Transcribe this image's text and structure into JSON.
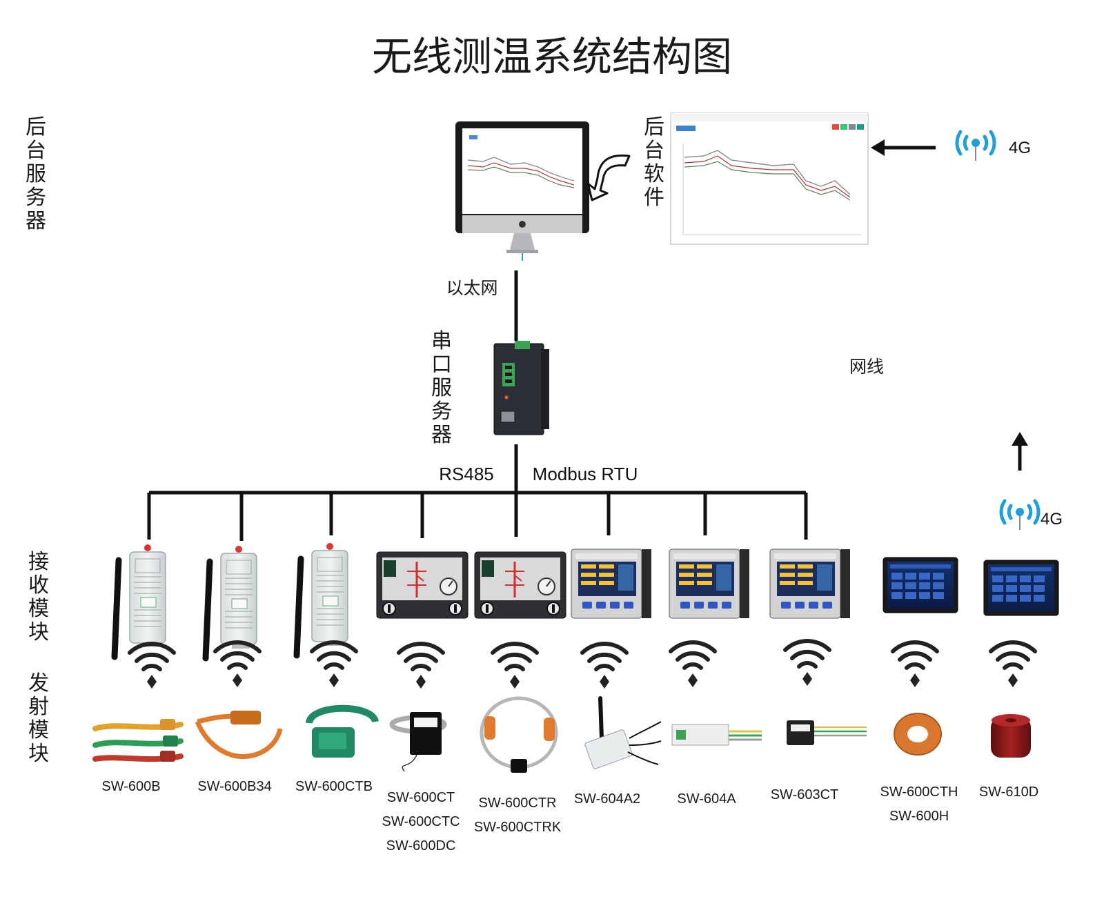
{
  "title": "无线测温系统结构图",
  "tiers": {
    "server": "后台服务器",
    "receiver": "接收模块",
    "transmitter": "发射模块"
  },
  "labels": {
    "software": "后台软件",
    "ethernet": "以太网",
    "serial_server": "串口服务器",
    "rs485": "RS485",
    "modbus": "Modbus RTU",
    "network_cable": "网线",
    "g4_top": "4G",
    "g4_side": "4G"
  },
  "columns": [
    {
      "receiver": "wireless-receiver",
      "transmitter": "strap-sensor-3",
      "models": [
        "SW-600B"
      ]
    },
    {
      "receiver": "wireless-receiver",
      "transmitter": "strap-sensor-1",
      "models": [
        "SW-600B34"
      ]
    },
    {
      "receiver": "wireless-receiver",
      "transmitter": "clamp-sensor",
      "models": [
        "SW-600CTB"
      ]
    },
    {
      "receiver": "switch-controller",
      "transmitter": "ct-band-sensor",
      "models": [
        "SW-600CT",
        "SW-600CTC",
        "SW-600DC"
      ]
    },
    {
      "receiver": "switch-controller",
      "transmitter": "ring-sensor",
      "models": [
        "SW-600CTR",
        "SW-600CTRK"
      ]
    },
    {
      "receiver": "panel-meter",
      "transmitter": "antenna-sensor",
      "models": [
        "SW-604A2"
      ]
    },
    {
      "receiver": "panel-meter",
      "transmitter": "board-sensor",
      "models": [
        "SW-604A"
      ]
    },
    {
      "receiver": "panel-meter",
      "transmitter": "small-ct-sensor",
      "models": [
        "SW-603CT"
      ]
    },
    {
      "receiver": "touch-screen",
      "transmitter": "toroid-sensor",
      "models": [
        "SW-600CTH",
        "SW-600H"
      ]
    },
    {
      "receiver": "touch-screen",
      "transmitter": "cylinder-sensor",
      "models": [
        "SW-610D"
      ]
    }
  ],
  "colors": {
    "line": "#111111",
    "signal_blue": "#1e9fd8",
    "green_terminal": "#3aa655",
    "sensor_orange": "#e07a2c",
    "sensor_green": "#2e9e57",
    "sensor_red": "#c0392b",
    "toroid_red": "#8b1a1a"
  }
}
